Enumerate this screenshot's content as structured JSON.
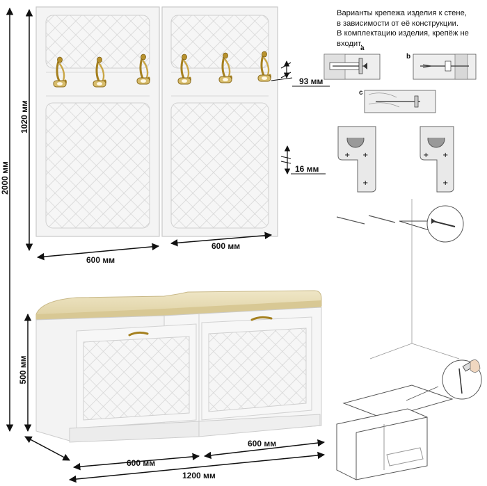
{
  "dimensions": {
    "total_height": "2000 мм",
    "panel_height": "1020 мм",
    "panel_left_width": "600 мм",
    "panel_right_width": "600 мм",
    "hook_rail_offset": "93 мм",
    "panel_thickness": "16 мм",
    "bench_height": "500 мм",
    "bench_left_width": "600 мм",
    "bench_right_width": "600 мм",
    "bench_total_width": "1200 мм"
  },
  "mounting_note": {
    "lines": [
      "Варианты крепежа изделия к стене,",
      "в зависимости от её конструкции.",
      "В комплектацию изделия, крепёж не",
      "входит."
    ]
  },
  "fastener_variants": {
    "a": "a",
    "b": "b",
    "c": "c"
  },
  "colors": {
    "panel": "#f4f4f4",
    "quilt": "#dcdcdc",
    "hook": "#b08a2a",
    "seat": "#e6dbb4",
    "dim_line": "#111111"
  }
}
